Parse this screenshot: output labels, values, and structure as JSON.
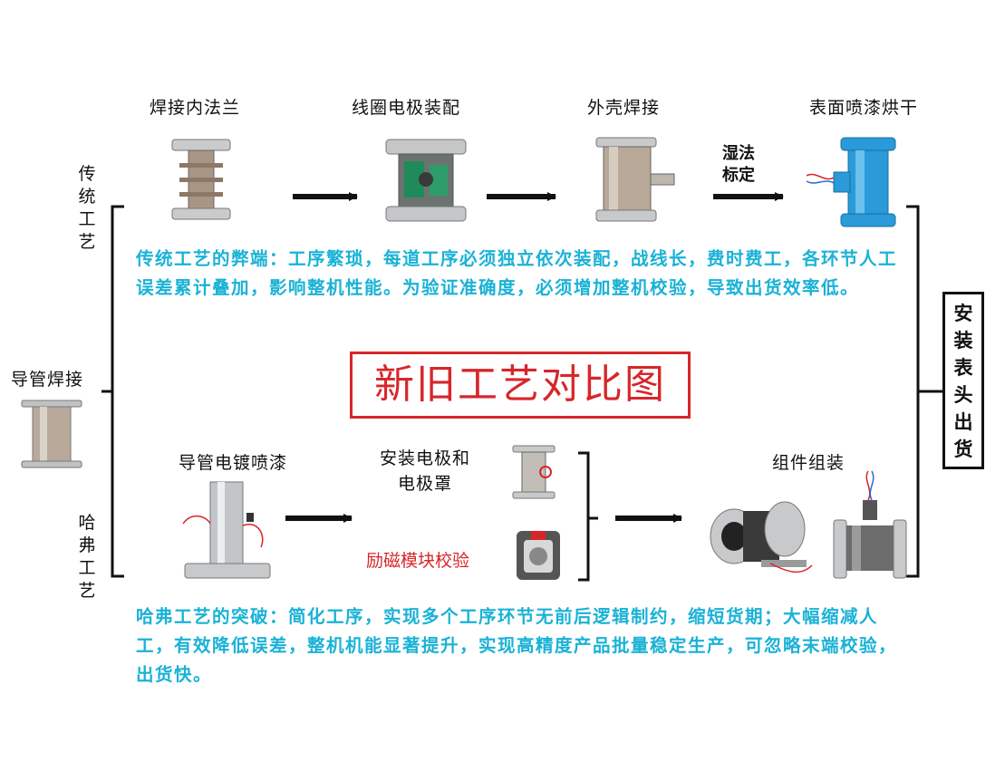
{
  "title": "新旧工艺对比图",
  "left": {
    "guide_weld_label": "导管焊接",
    "traditional_label": "传统工艺",
    "hafu_label": "哈弗工艺"
  },
  "traditional": {
    "steps": [
      "焊接内法兰",
      "线圈电极装配",
      "外壳焊接",
      "表面喷漆烘干"
    ],
    "wet_calibration": "湿法标定",
    "drawback": "传统工艺的弊端：工序繁琐，每道工序必须独立依次装配，战线长，费时费工，各环节人工误差累计叠加，影响整机性能。为验证准确度，必须增加整机校验，导致出货效率低。"
  },
  "hafu": {
    "step1": "导管电镀喷漆",
    "step2": "安装电极和电极罩",
    "step3": "励磁模块校验",
    "step4": "组件组装",
    "advantage": "哈弗工艺的突破：简化工序，实现多个工序环节无前后逻辑制约，缩短货期；大幅缩减人工，有效降低误差，整机机能显著提升，实现高精度产品批量稳定生产，可忽略末端校验，出货快。"
  },
  "install_ship": "安装表头出货",
  "colors": {
    "accent_red": "#d7262a",
    "text_blue": "#1ab2d6",
    "paint_blue": "#2a9ad8"
  }
}
